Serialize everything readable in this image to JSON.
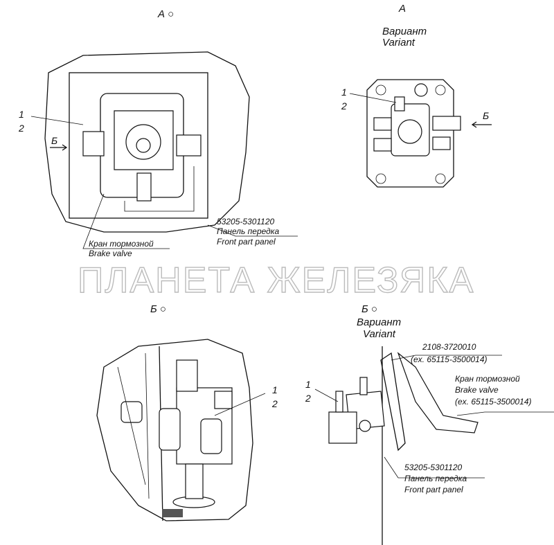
{
  "watermark": "ПЛАНЕТА ЖЕЛЕЗЯКА",
  "view_a": {
    "title": "А ○",
    "callouts": [
      "1",
      "2"
    ],
    "arrow_label": "Б",
    "panel": {
      "part_no": "53205-5301120",
      "ru": "Панель передка",
      "en": "Front part panel"
    },
    "valve": {
      "ru": "Кран тормозной",
      "en": "Brake valve"
    }
  },
  "view_a_variant": {
    "title": "А",
    "variant_ru": "Вариант",
    "variant_en": "Variant",
    "callouts": [
      "1",
      "2"
    ],
    "arrow_label": "Б"
  },
  "view_b": {
    "title": "Б ○",
    "callouts": [
      "1",
      "2"
    ]
  },
  "view_b_variant": {
    "title": "Б ○",
    "variant_ru": "Вариант",
    "variant_en": "Variant",
    "callouts": [
      "1",
      "2"
    ],
    "switch": {
      "part_no": "2108-3720010",
      "ex": "(ex. 65115-3500014)"
    },
    "valve": {
      "ru": "Кран тормозной",
      "en": "Brake valve",
      "ex": "(ex. 65115-3500014)"
    },
    "panel": {
      "part_no": "53205-5301120",
      "ru": "Панель передка",
      "en": "Front part panel"
    }
  }
}
